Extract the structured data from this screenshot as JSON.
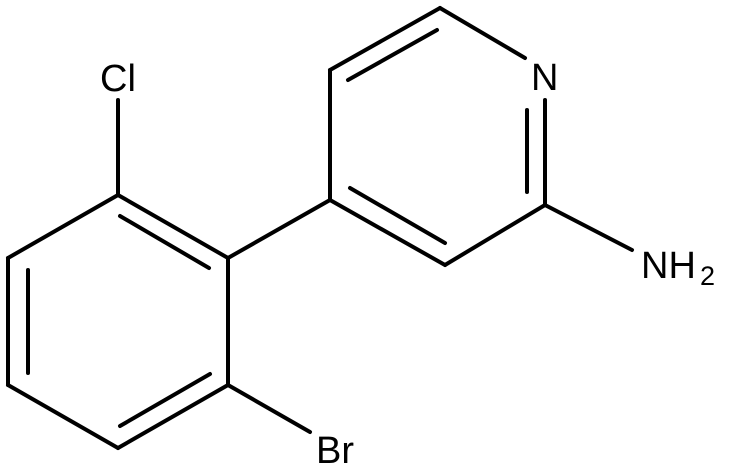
{
  "molecule": {
    "atoms": {
      "n_ring": "N",
      "amine": "NH",
      "amine_subscript": "2",
      "chlorine": "Cl",
      "bromine": "Br"
    }
  },
  "colors": {
    "bond": "#000000",
    "label": "#000000",
    "background": "#ffffff"
  }
}
